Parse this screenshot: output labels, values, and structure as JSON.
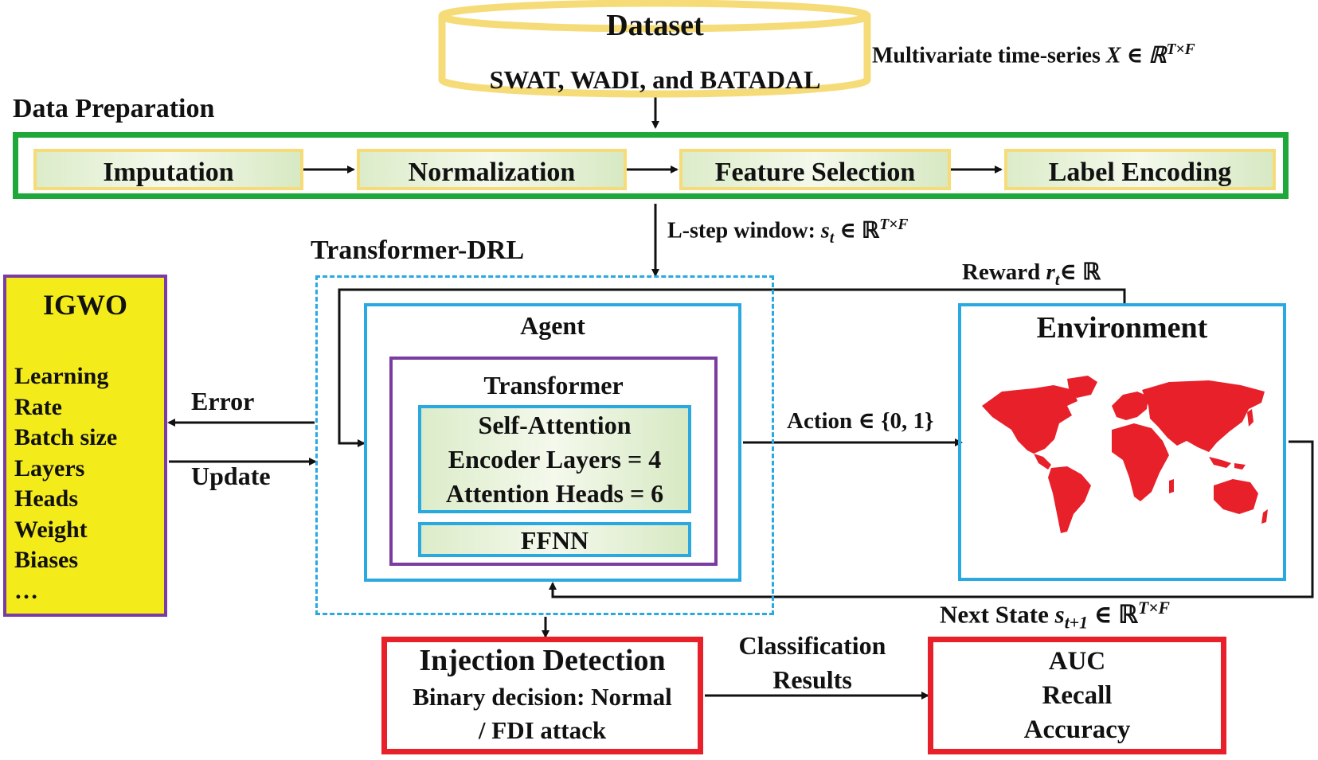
{
  "dataset": {
    "title": "Dataset",
    "names": "SWAT, WADI, and BATADAL",
    "input_label": "Multivariate time-series",
    "input_symbol": "X ∈ ℝ",
    "input_dims": "T×F"
  },
  "data_preparation": {
    "title": "Data Preparation",
    "steps": [
      "Imputation",
      "Normalization",
      "Feature Selection",
      "Label Encoding"
    ]
  },
  "window": {
    "label": "L-step window:",
    "symbol": "s",
    "sub": "t",
    "in": "∈ ℝ",
    "dims": "T×F"
  },
  "transformer_drl": {
    "title": "Transformer-DRL"
  },
  "igwo": {
    "title": "IGWO",
    "params": [
      "Learning",
      "Rate",
      "Batch size",
      "Layers",
      "Heads",
      "Weight",
      "Biases",
      "…"
    ]
  },
  "error_label": "Error",
  "update_label": "Update",
  "agent": {
    "title": "Agent"
  },
  "transformer": {
    "title": "Transformer",
    "lines": [
      "Self-Attention",
      "Encoder Layers = 4",
      "Attention Heads = 6"
    ],
    "ffnn": "FFNN"
  },
  "reward": {
    "label": "Reward",
    "symbol": "r",
    "sub": "t",
    "in": "∈ ℝ"
  },
  "environment": {
    "title": "Environment"
  },
  "action": {
    "label": "Action ∈ {0, 1}"
  },
  "next_state": {
    "label": "Next State",
    "symbol": "s",
    "sub": "t+1",
    "in": "∈ ℝ",
    "dims": "T×F"
  },
  "injection": {
    "title": "Injection Detection",
    "line1": "Binary decision: Normal",
    "line2": "/ FDI attack"
  },
  "classification": {
    "line1": "Classification",
    "line2": "Results"
  },
  "metrics": [
    "AUC",
    "Recall",
    "Accuracy"
  ],
  "colors": {
    "yellow": "#f5dc78",
    "green": "#1fa83a",
    "blue": "#29a9e0",
    "purple": "#7a3ca0",
    "red": "#e8202a",
    "igwo_fill": "#f4ec1a",
    "map": "#e8202a"
  }
}
